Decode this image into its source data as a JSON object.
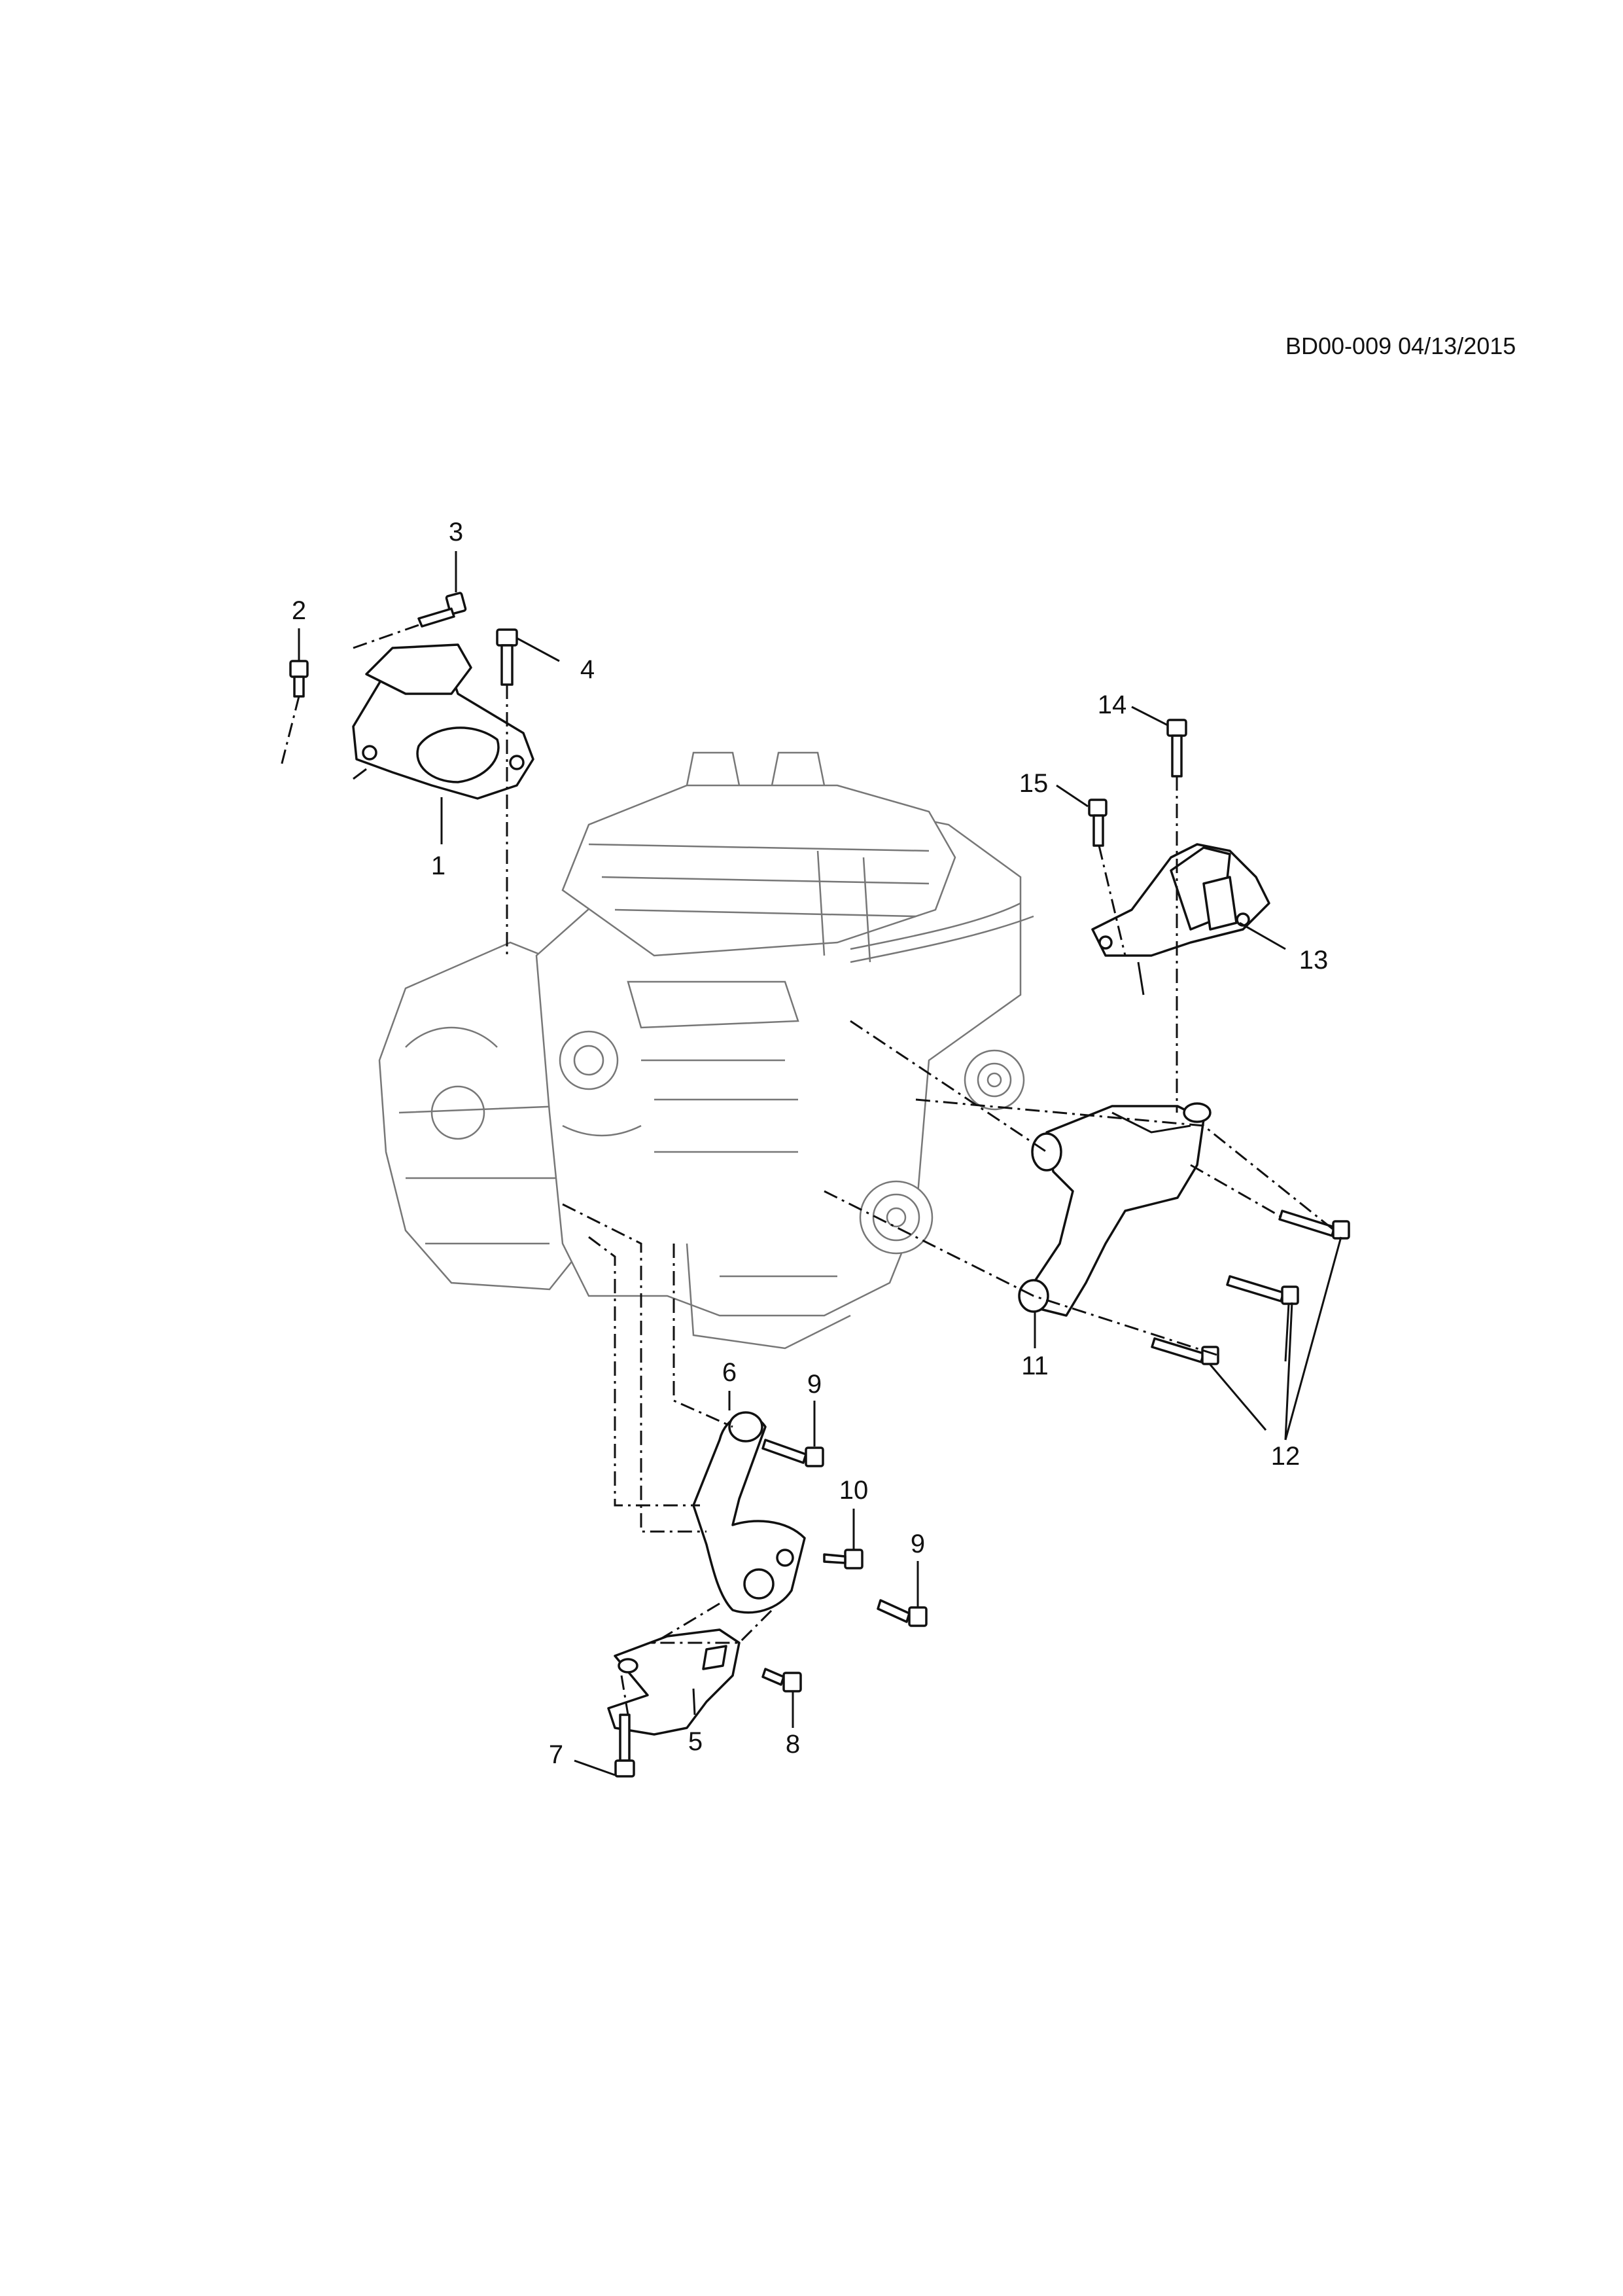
{
  "document_code": "BD00-009 04/13/2015",
  "callouts": {
    "c1": "1",
    "c2": "2",
    "c3": "3",
    "c4": "4",
    "c5": "5",
    "c6": "6",
    "c7": "7",
    "c8": "8",
    "c9a": "9",
    "c9b": "9",
    "c10": "10",
    "c11": "11",
    "c12": "12",
    "c13": "13",
    "c14": "14",
    "c15": "15"
  }
}
